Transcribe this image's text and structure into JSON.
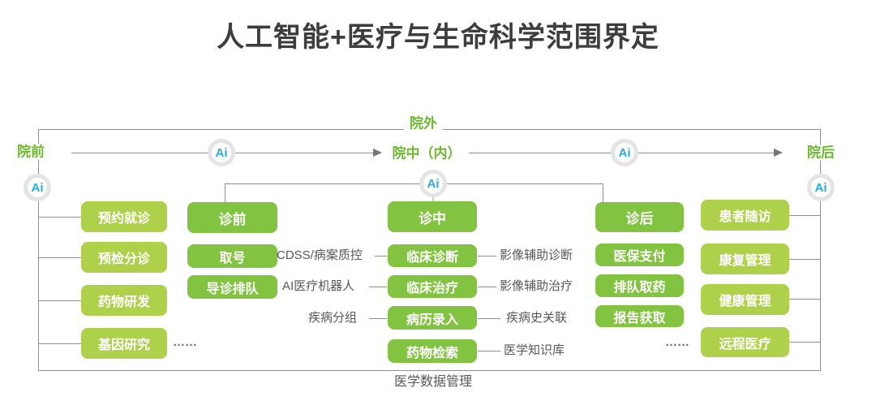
{
  "title": "人工智能+医疗与生命科学范围界定",
  "ai": "Ai",
  "stages": {
    "outside": "院外",
    "pre": "院前",
    "during": "院中（内）",
    "post": "院后"
  },
  "flow": {
    "pre_hospital": {
      "items": [
        "预约就诊",
        "预检分诊",
        "药物研发",
        "基因研究"
      ]
    },
    "pre_visit": {
      "header": "诊前",
      "items": [
        "取号",
        "导诊排队"
      ]
    },
    "in_visit": {
      "header": "诊中",
      "items": [
        "临床诊断",
        "临床治疗",
        "病历录入",
        "药物检索"
      ]
    },
    "post_visit": {
      "header": "诊后",
      "items": [
        "医保支付",
        "排队取药",
        "报告获取"
      ]
    },
    "post_hospital": {
      "items": [
        "患者随访",
        "康复管理",
        "健康管理",
        "远程医疗"
      ]
    }
  },
  "annotations": {
    "left": [
      "CDSS/病案质控",
      "AI医疗机器人",
      "疾病分组"
    ],
    "right": [
      "影像辅助诊断",
      "影像辅助治疗",
      "疾病史关联",
      "医学知识库"
    ],
    "bottom": "医学数据管理",
    "ellipsis": "……"
  },
  "colors": {
    "box_green": "#82c341",
    "box_light_green": "#afd04b",
    "stage_green": "#6db92e",
    "ai_blue": "#29abe2",
    "line_gray": "#8f8f8f",
    "text_gray": "#595757"
  }
}
